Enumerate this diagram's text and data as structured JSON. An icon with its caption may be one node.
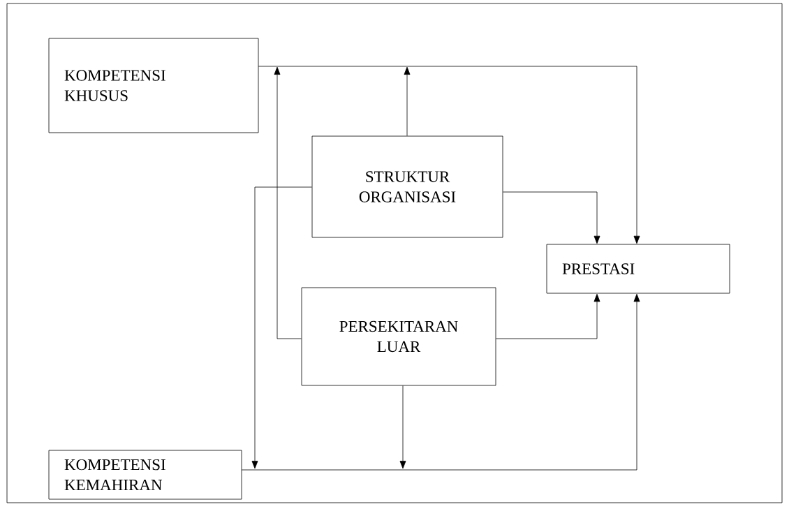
{
  "diagram": {
    "nodes": [
      {
        "text": [
          "KOMPETENSI KHUSUS"
        ]
      },
      {
        "text": [
          "STRUKTUR ORGANISASI"
        ]
      },
      {
        "text": [
          "PRESTASI"
        ]
      },
      {
        "text": [
          "PERSEKITARAN LUAR"
        ]
      },
      {
        "text": [
          "KOMPETENSI KEMAHIRAN"
        ]
      }
    ],
    "edges": [
      {
        "from": 0,
        "to": 2,
        "arrow": "to"
      },
      {
        "from": 1,
        "to": null,
        "arrow": "to"
      },
      {
        "from": 1,
        "to": 2,
        "arrow": "to"
      },
      {
        "from": 1,
        "to": null,
        "arrow": "to"
      },
      {
        "from": 3,
        "to": null,
        "arrow": "to"
      },
      {
        "from": 3,
        "to": 2,
        "arrow": "to"
      },
      {
        "from": 3,
        "to": null,
        "arrow": "to"
      },
      {
        "from": 4,
        "to": 2,
        "arrow": "to"
      }
    ]
  }
}
